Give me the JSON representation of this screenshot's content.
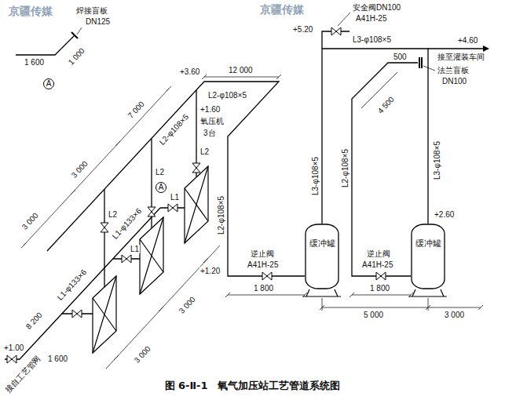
{
  "diagram": {
    "caption": "图 6-Ⅱ-1　氧气加压站工艺管道系统图",
    "nodes": [
      {
        "text": [
          "缓冲罐"
        ]
      },
      {
        "text": [
          "缓冲罐"
        ]
      }
    ],
    "edges": [
      {
        "from": 0,
        "to": 1,
        "arrow": "none"
      }
    ],
    "labels": [
      "京疆传媒",
      "京疆传媒",
      "焊接盲板",
      "DN125",
      "1 000",
      "1 600",
      "A",
      "12 000",
      "+3.60",
      "3 000",
      "3 000",
      "7 000",
      "L2-φ108×5",
      "L2-φ108×5",
      "+1.60",
      "氧压机",
      "3台",
      "L2",
      "L2",
      "A",
      "L2",
      "L1",
      "L1",
      "L1-φ133×6",
      "L1-φ133×6",
      "8 200",
      "+1.00",
      "1 600",
      "接自工艺管网",
      "3 000",
      "3 000",
      "L2-φ108×5",
      "+1.20",
      "逆止阀",
      "A41H-25",
      "1 800",
      "L2-φ108×5",
      "4 500",
      "逆止阀",
      "A41H-25",
      "1 800",
      "5 000",
      "3 000",
      "+2.60",
      "L3-φ108×5",
      "L3-φ108×5",
      "+5.20",
      "安全阀DN100",
      "A41H-25",
      "L3-φ108×5",
      "+4.60",
      "接至灌装车间",
      "500",
      "法兰盲板",
      "DN100"
    ]
  }
}
